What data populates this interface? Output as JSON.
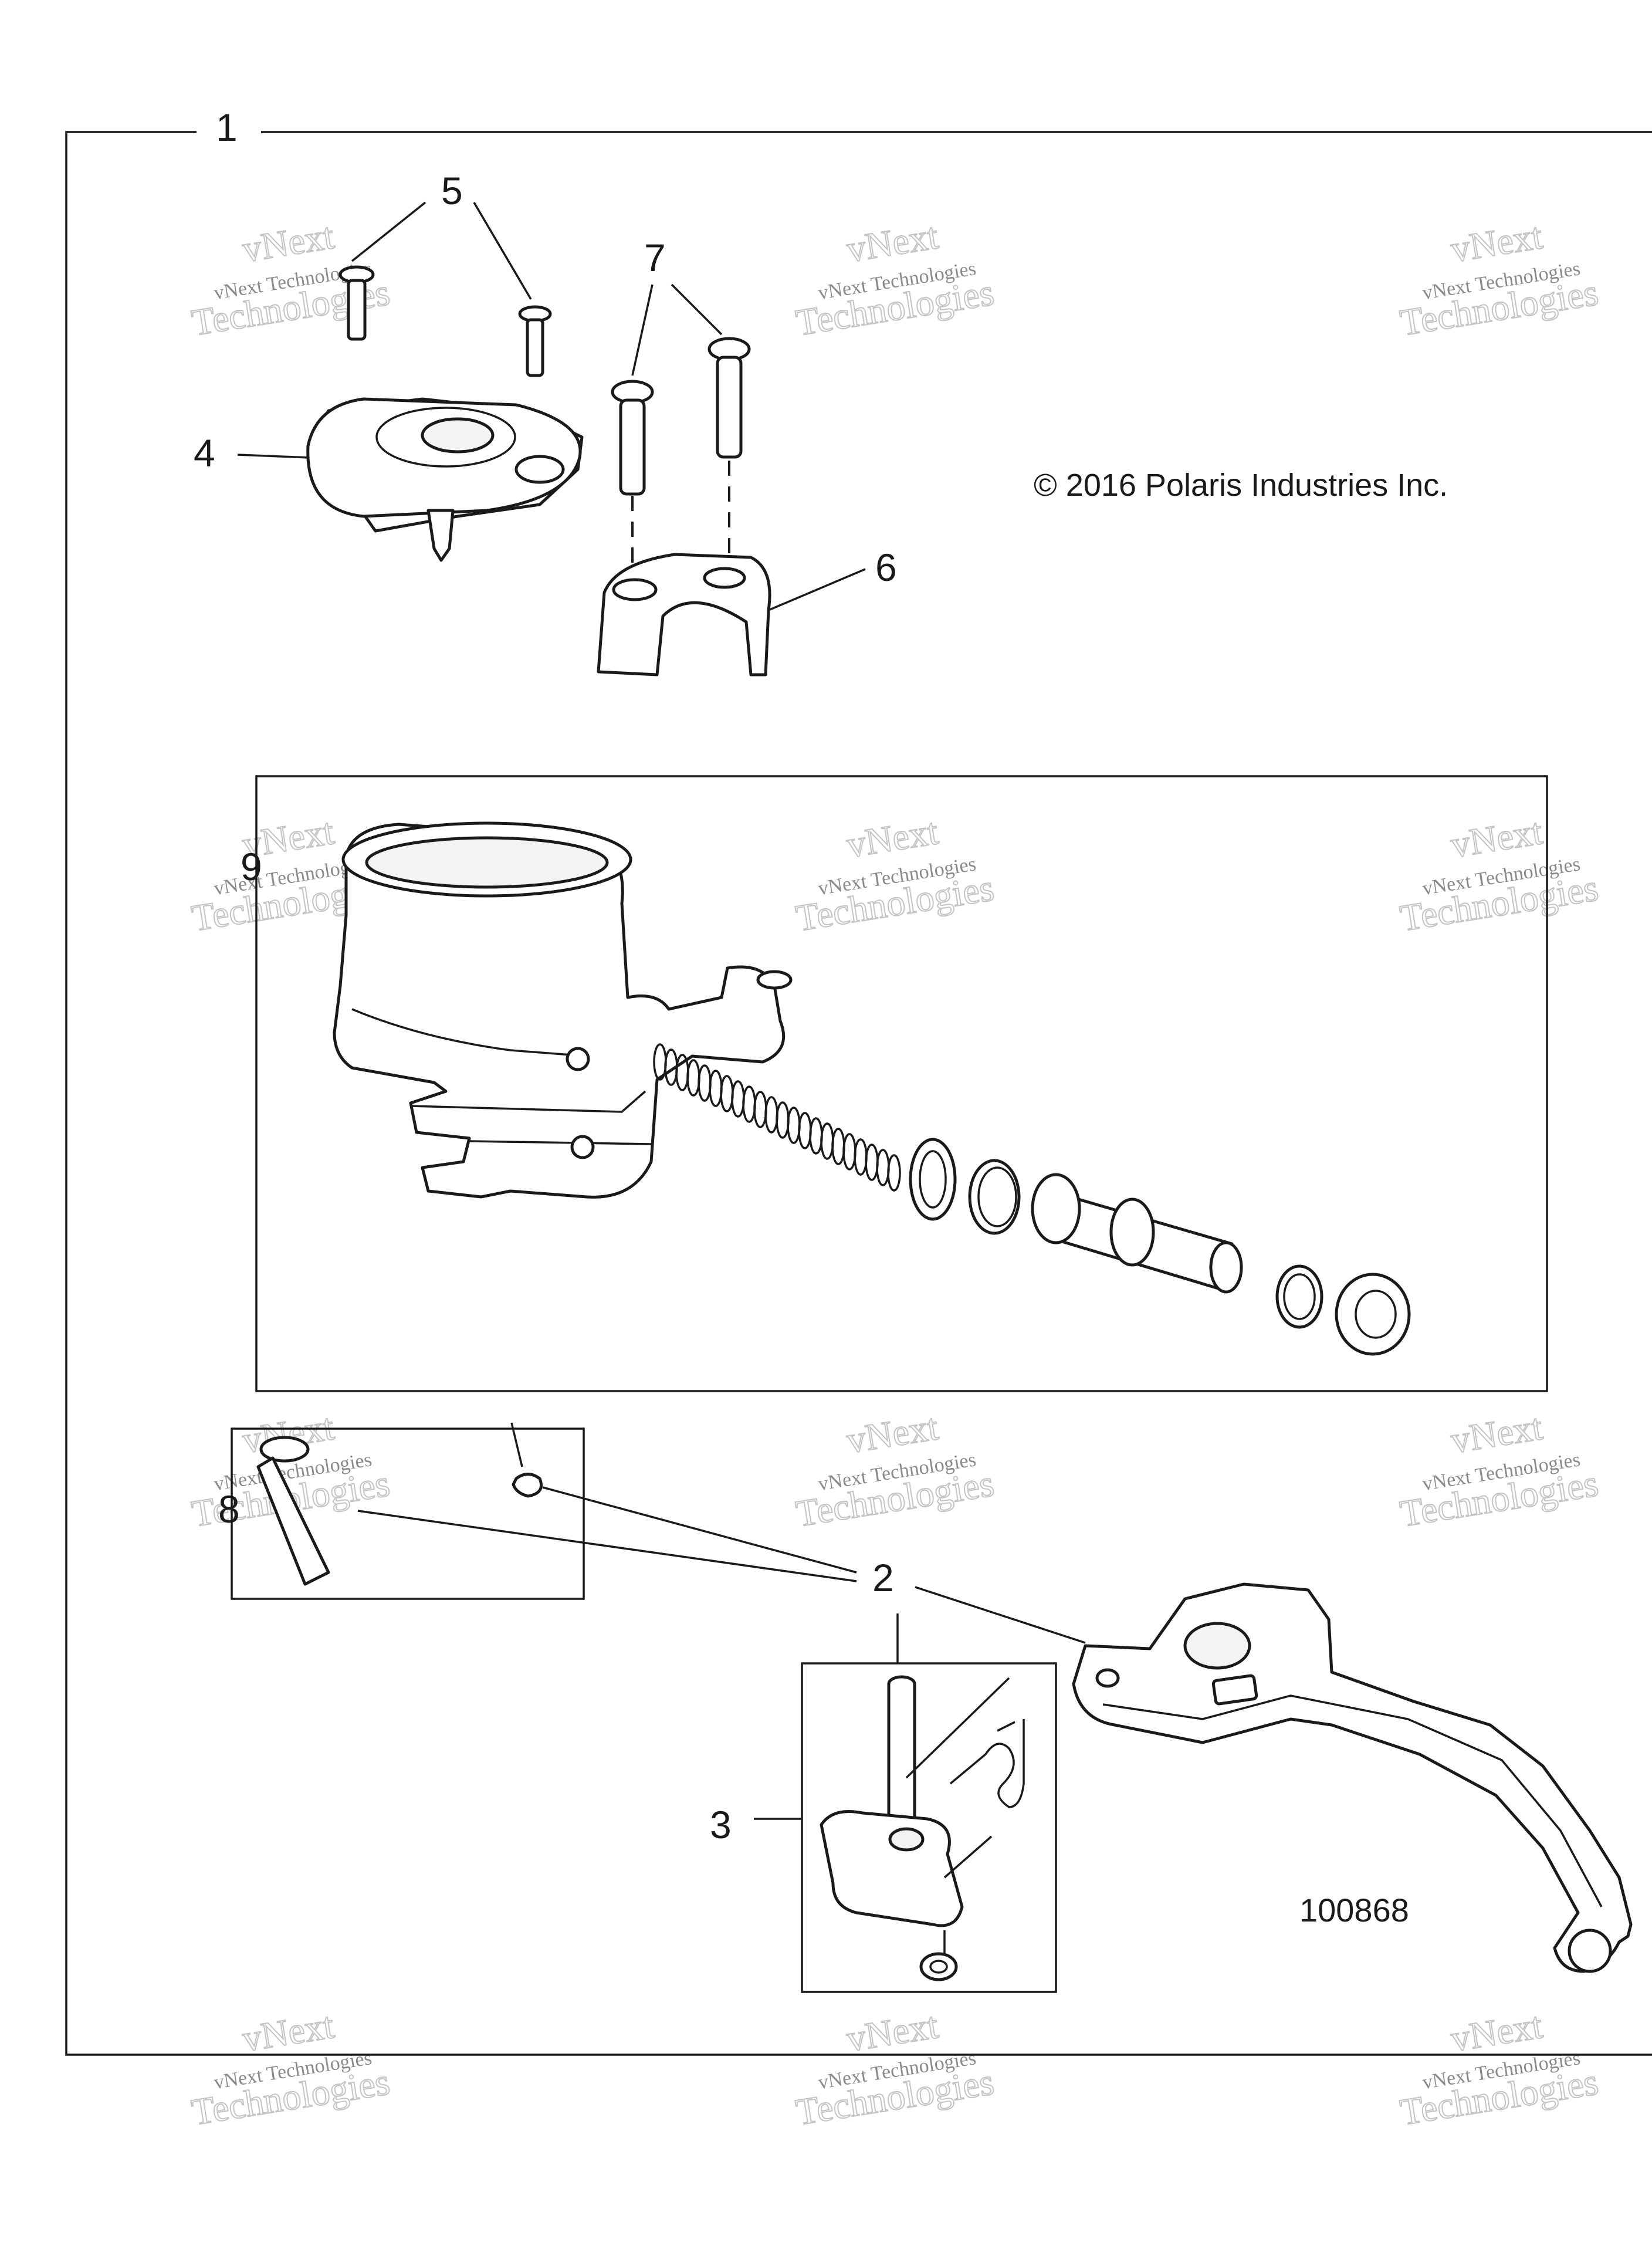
{
  "callouts": {
    "c1": "1",
    "c2": "2",
    "c3": "3",
    "c4": "4",
    "c5": "5",
    "c6": "6",
    "c7": "7",
    "c8": "8",
    "c9": "9"
  },
  "copyright": "© 2016 Polaris Industries Inc.",
  "figure_number": "100868",
  "watermark": {
    "line1": "vNext Technologies",
    "line2": "Technologies",
    "line3": "vNext"
  }
}
